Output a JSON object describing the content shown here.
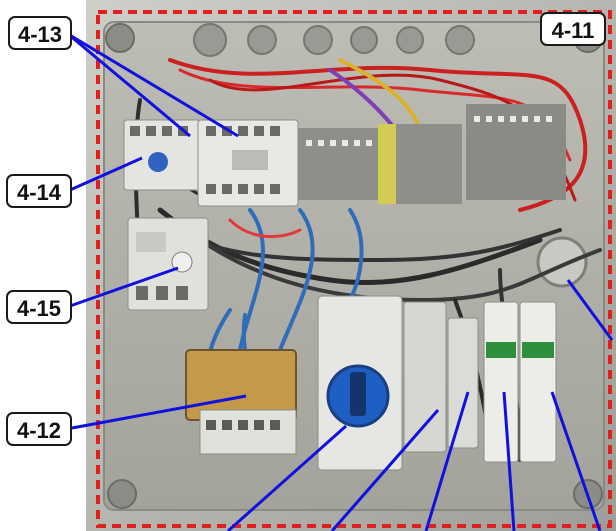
{
  "callouts": {
    "c4_13": "4-13",
    "c4_11": "4-11",
    "c4_14": "4-14",
    "c4_15": "4-15",
    "c4_12": "4-12"
  },
  "colors": {
    "leader_line": "#1010e0",
    "dashed_border": "#e0201e",
    "enclosure": "#b8b8b0",
    "backplate": "#a9a9a3"
  }
}
